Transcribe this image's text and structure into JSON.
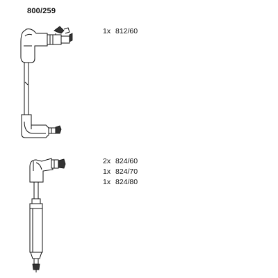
{
  "header": {
    "part_number": "800/259"
  },
  "parts_lists": [
    {
      "rows": [
        {
          "qty": "1x",
          "ref": "812/60"
        }
      ]
    },
    {
      "rows": [
        {
          "qty": "2x",
          "ref": "824/60"
        },
        {
          "qty": "1x",
          "ref": "824/70"
        },
        {
          "qty": "1x",
          "ref": "824/80"
        }
      ]
    }
  ]
}
